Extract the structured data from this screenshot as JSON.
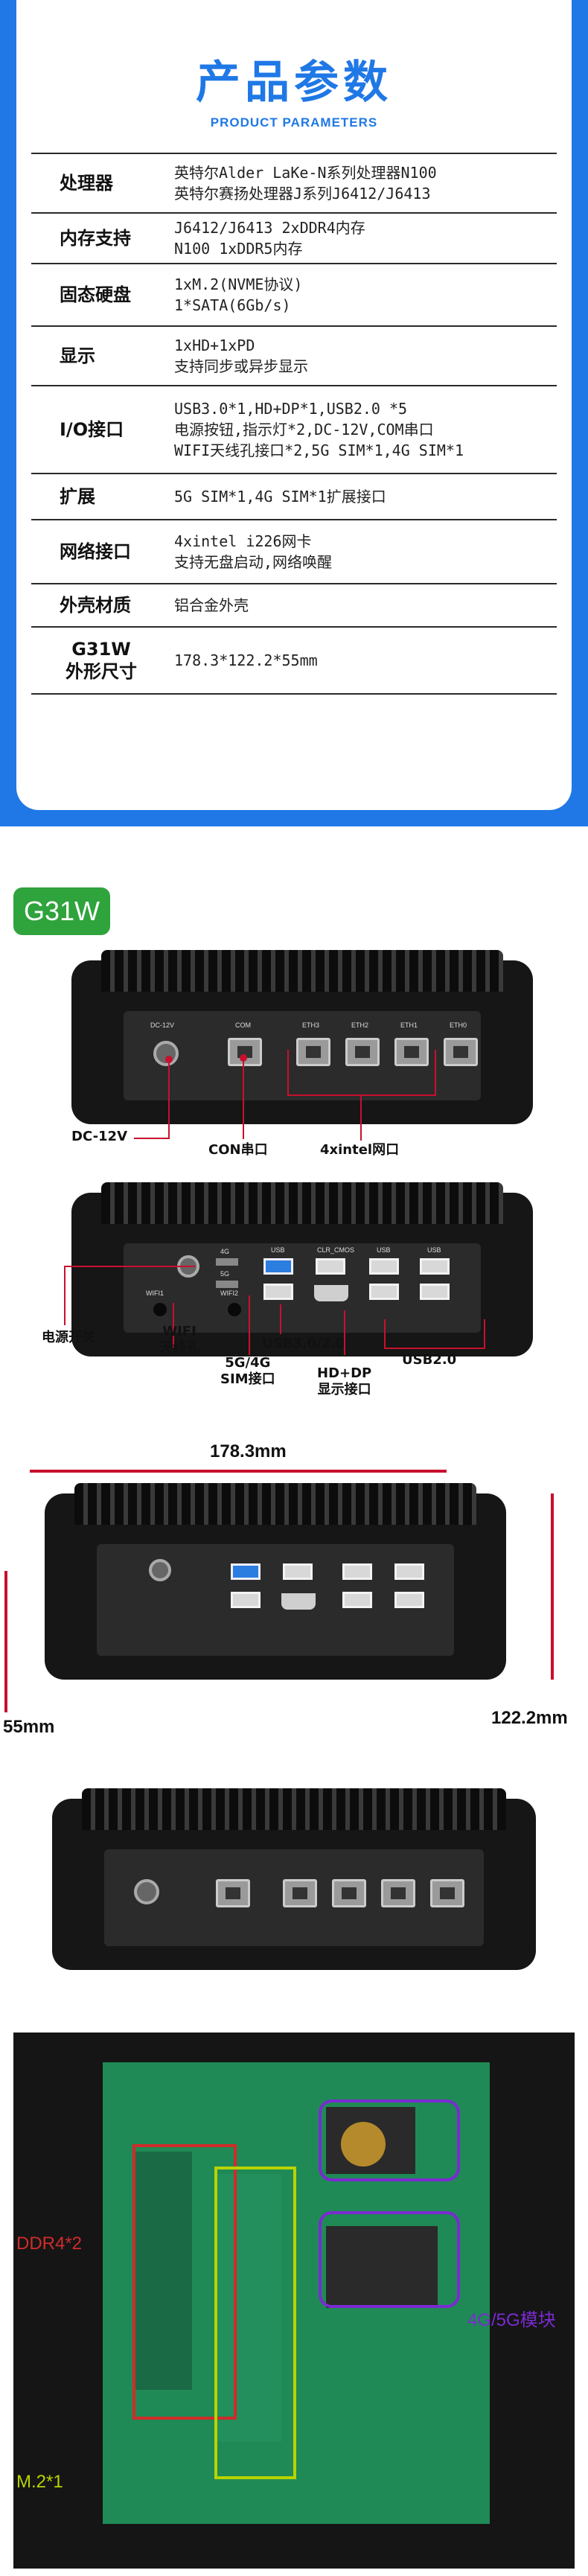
{
  "params": {
    "title": "产品参数",
    "subtitle": "PRODUCT PARAMETERS",
    "rows": [
      {
        "label": "处理器",
        "lines": [
          "英特尔Alder LaKe-N系列处理器N100",
          "英特尔赛扬处理器J系列J6412/J6413"
        ]
      },
      {
        "label": "内存支持",
        "lines": [
          "J6412/J6413 2xDDR4内存",
          "N100 1xDDR5内存"
        ]
      },
      {
        "label": "固态硬盘",
        "lines": [
          "1xM.2(NVME协议)",
          "1*SATA(6Gb/s)"
        ]
      },
      {
        "label": "显示",
        "lines": [
          "1xHD+1xPD",
          "支持同步或异步显示"
        ]
      },
      {
        "label": "I/O接口",
        "lines": [
          "USB3.0*1,HD+DP*1,USB2.0 *5",
          "电源按钮,指示灯*2,DC-12V,COM串口",
          "WIFI天线孔接口*2,5G SIM*1,4G SIM*1"
        ]
      },
      {
        "label": "扩展",
        "lines": [
          "5G SIM*1,4G SIM*1扩展接口"
        ]
      },
      {
        "label": "网络接口",
        "lines": [
          "4xintel i226网卡",
          "支持无盘启动,网络唤醒"
        ]
      },
      {
        "label": "外壳材质",
        "lines": [
          "铝合金外壳"
        ]
      },
      {
        "label": "G31W\n外形尺寸",
        "lines": [
          "178.3*122.2*55mm"
        ]
      }
    ]
  },
  "model": "G31W",
  "front_view": {
    "silk": {
      "dc": "DC-12V",
      "com": "COM",
      "eth3": "ETH3",
      "eth2": "ETH2",
      "eth1": "ETH1",
      "eth0": "ETH0"
    },
    "callouts": {
      "dc": "DC-12V",
      "com": "CON串口",
      "lan": "4xintel网口"
    }
  },
  "rear_view": {
    "silk": {
      "wifi1": "WIFI1",
      "wifi2": "WIFI2",
      "g4": "4G",
      "g5": "5G",
      "usb1": "USB",
      "usb2": "USB",
      "clr": "CLR_CMOS",
      "usb3": "USB"
    },
    "callouts": {
      "power": "电源开关",
      "wifi": "WIFI\n天线孔",
      "sim": "5G/4G\nSIM接口",
      "usb3": "USB3.0/2.0",
      "hddp": "HD+DP\n显示接口",
      "usb2": "USB2.0"
    }
  },
  "dimensions": {
    "width": "178.3mm",
    "height": "55mm",
    "depth": "122.2mm"
  },
  "board": {
    "labels": {
      "ddr": "DDR4*2",
      "m2": "M.2*1",
      "module": "4G/5G模块"
    },
    "colors": {
      "ddr": "#d12b2b",
      "m2": "#b8d300",
      "module": "#7a2bd1"
    }
  },
  "colors": {
    "brand_blue": "#1f78e6",
    "badge_green": "#2fa33c",
    "callout_red": "#c8102e"
  }
}
